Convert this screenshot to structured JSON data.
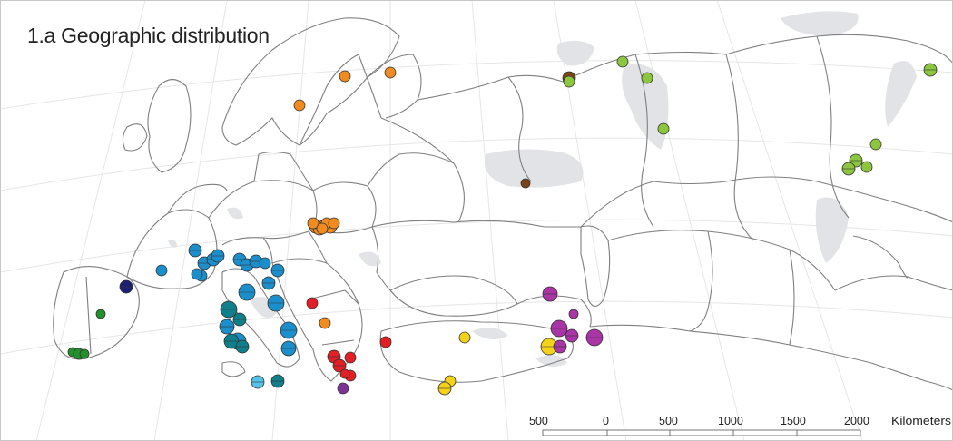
{
  "title": "1.a Geographic distribution",
  "scale_bar": {
    "ticks": [
      "500",
      "0",
      "500",
      "1000",
      "1500",
      "2000"
    ],
    "unit": "Kilometers"
  },
  "colors": {
    "background": "#ffffff",
    "land": "#ffffff",
    "border": "#7f7f7f",
    "graticule": "#e6e6e6",
    "mountains": "#e1e3e6"
  },
  "groups": [
    {
      "id": "north-orange",
      "color": "#ef8b1f",
      "count": 12
    },
    {
      "id": "dark-brown",
      "color": "#7a4416",
      "count": 2
    },
    {
      "id": "light-green",
      "color": "#8cc63f",
      "count": 9
    },
    {
      "id": "dark-blue",
      "color": "#1b2076",
      "count": 1
    },
    {
      "id": "green",
      "color": "#23902e",
      "count": 4
    },
    {
      "id": "blue",
      "color": "#1b8fcc",
      "count": 19
    },
    {
      "id": "teal",
      "color": "#0f7f8c",
      "count": 5
    },
    {
      "id": "light-blue",
      "color": "#55c3e8",
      "count": 1
    },
    {
      "id": "red",
      "color": "#e31f26",
      "count": 7
    },
    {
      "id": "purple",
      "color": "#7b3294",
      "count": 1
    },
    {
      "id": "yellow",
      "color": "#f4d219",
      "count": 4
    },
    {
      "id": "magenta",
      "color": "#a935a7",
      "count": 6
    }
  ]
}
